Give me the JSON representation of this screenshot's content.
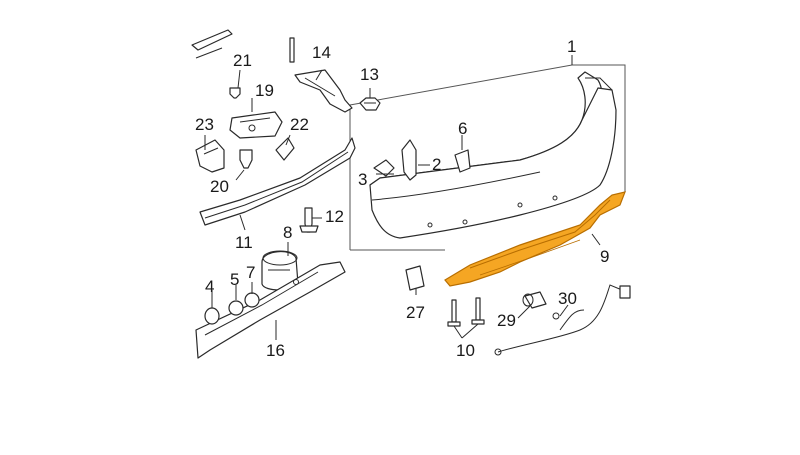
{
  "callouts": {
    "c1": "1",
    "c2": "2",
    "c3": "3",
    "c4": "4",
    "c5": "5",
    "c6": "6",
    "c7": "7",
    "c8": "8",
    "c9": "9",
    "c10": "10",
    "c11": "11",
    "c12": "12",
    "c13": "13",
    "c14": "14",
    "c16": "16",
    "c19": "19",
    "c20": "20",
    "c21": "21",
    "c22": "22",
    "c23": "23",
    "c27": "27",
    "c29": "29",
    "c30": "30"
  },
  "colors": {
    "highlight": "#f5a623",
    "highlight_stroke": "#b86e00",
    "line": "#2a2a2a"
  }
}
